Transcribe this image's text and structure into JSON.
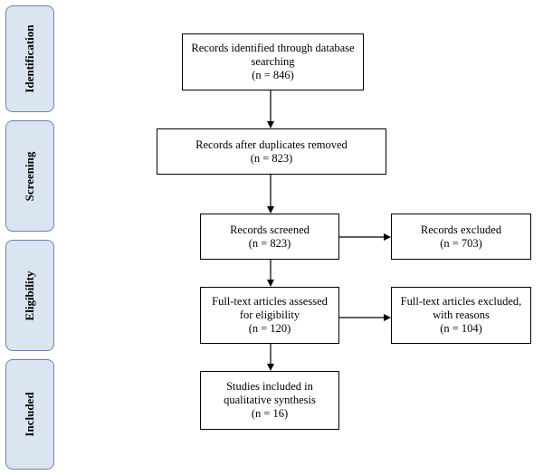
{
  "stages": [
    "Identification",
    "Screening",
    "Eligibility",
    "Included"
  ],
  "boxes": {
    "identified": {
      "lines": [
        "Records identified through database",
        "searching",
        "(n = 846)"
      ]
    },
    "deduplicated": {
      "lines": [
        "Records after duplicates removed",
        "(n = 823)"
      ]
    },
    "screened": {
      "lines": [
        "Records screened",
        "(n = 823)"
      ]
    },
    "excluded": {
      "lines": [
        "Records excluded",
        "(n = 703)"
      ]
    },
    "fulltext": {
      "lines": [
        "Full-text articles assessed",
        "for eligibility",
        "(n = 120)"
      ]
    },
    "fulltext_excluded": {
      "lines": [
        "Full-text articles excluded,",
        "with reasons",
        "(n = 104)"
      ]
    },
    "included": {
      "lines": [
        "Studies included in",
        "qualitative synthesis",
        "(n = 16)"
      ]
    }
  }
}
